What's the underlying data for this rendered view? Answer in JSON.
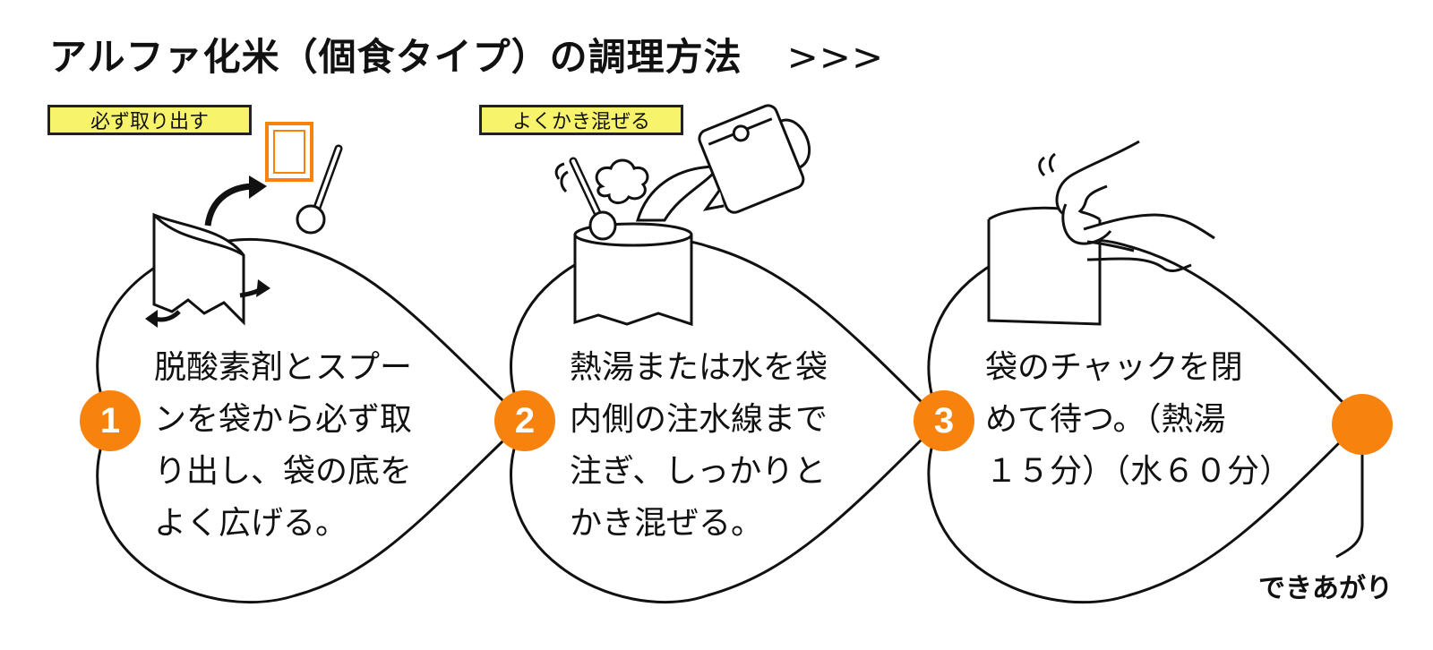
{
  "title": "アルファ化米（個食タイプ）の調理方法",
  "title_arrows": ">>>",
  "tags": {
    "step1": "必ず取り出す",
    "step2": "よくかき混ぜる"
  },
  "steps": [
    {
      "number": "1",
      "text": "脱酸素剤とスプー\nンを袋から必ず取\nり出し、袋の底を\nよく広げる。"
    },
    {
      "number": "2",
      "text": "熱湯または水を袋\n内側の注水線まで\n注ぎ、しっかりと\nかき混ぜる。"
    },
    {
      "number": "3",
      "text": "袋のチャックを閉\nめて待つ。（熱湯\n１５分）（水６０分）"
    }
  ],
  "finish_label": "できあがり",
  "colors": {
    "accent_orange": "#f7820e",
    "tag_yellow": "#f7f36a",
    "line": "#111111"
  },
  "icons": [
    "pouch-icon",
    "oxygen-absorber-icon",
    "spoon-icon",
    "curved-arrow-icon",
    "kettle-icon",
    "steam-icon",
    "hands-icon"
  ]
}
